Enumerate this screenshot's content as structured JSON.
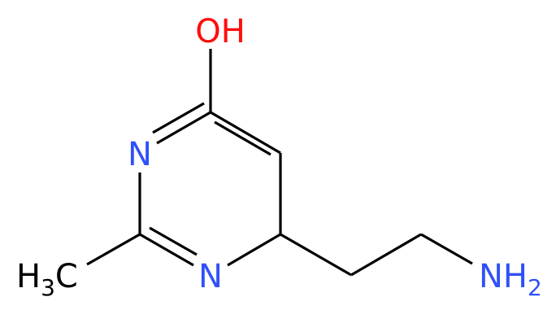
{
  "molecule": {
    "atoms": {
      "hydroxyl": "OH",
      "n_upper": "N",
      "n_lower": "N",
      "methyl_h": "H",
      "methyl_sub": "3",
      "methyl_c": "C",
      "amine_nh": "NH",
      "amine_sub": "2"
    },
    "colors": {
      "oxygen": "#ff0d0d",
      "nitrogen": "#3050f8",
      "carbon_hydrogen": "#000000",
      "bond": "#000000"
    }
  }
}
